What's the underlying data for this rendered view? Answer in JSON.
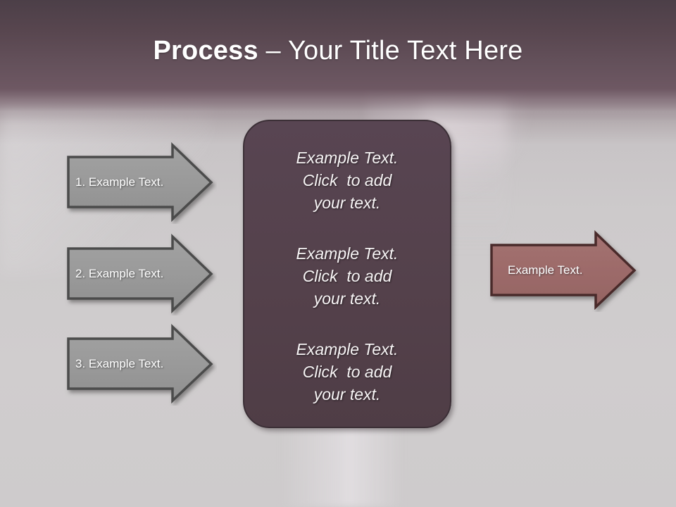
{
  "slide": {
    "title_bold": "Process",
    "title_rest": " – Your Title Text Here",
    "colors": {
      "header_top": "#4c3f48",
      "header_bottom": "#6e5863",
      "body_background": "#cdcacb",
      "gray_arrow_fill": "#9a9a9a",
      "gray_arrow_border": "#4b4b4b",
      "red_arrow_fill": "#9c6a69",
      "red_arrow_border": "#4a2c2c",
      "center_box_fill": "#54414b",
      "center_box_border": "#3b2f36",
      "text_white": "#ffffff"
    }
  },
  "left_arrows": [
    {
      "label": "1. Example Text."
    },
    {
      "label": "2. Example Text."
    },
    {
      "label": "3. Example Text."
    }
  ],
  "center_box": {
    "blocks": [
      {
        "line1": "Example Text.",
        "line2": "Click  to add",
        "line3": "your text."
      },
      {
        "line1": "Example Text.",
        "line2": "Click  to add",
        "line3": "your text."
      },
      {
        "line1": "Example Text.",
        "line2": "Click  to add",
        "line3": "your text."
      }
    ]
  },
  "right_arrow": {
    "label": "Example Text."
  }
}
